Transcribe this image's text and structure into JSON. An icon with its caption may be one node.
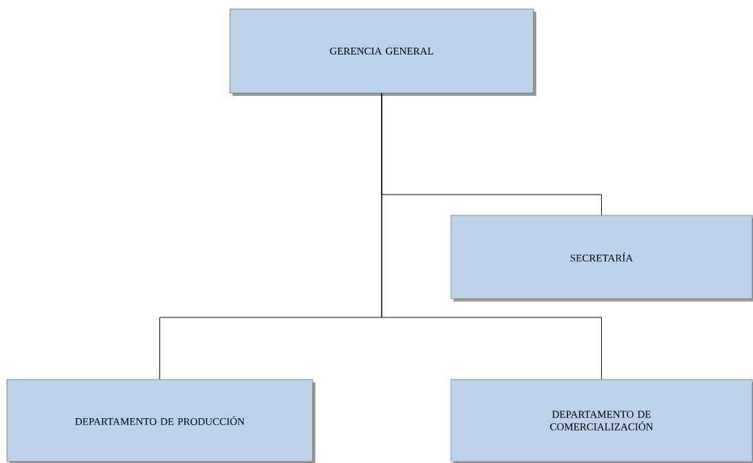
{
  "diagram": {
    "nodes": [
      {
        "text": [
          "GERENCIA GENERAL"
        ]
      },
      {
        "text": [
          "SECRETARÍA"
        ]
      },
      {
        "text": [
          "DEPARTAMENTO DE PRODUCCIÓN"
        ]
      },
      {
        "text": [
          "DEPARTAMENTO DE COMERCIALIZACIÓN"
        ]
      }
    ],
    "edges": [
      {
        "from": 0,
        "to": 1,
        "arrow": "none"
      },
      {
        "from": 0,
        "to": 2,
        "arrow": "none"
      },
      {
        "from": 0,
        "to": 3,
        "arrow": "none"
      }
    ]
  }
}
